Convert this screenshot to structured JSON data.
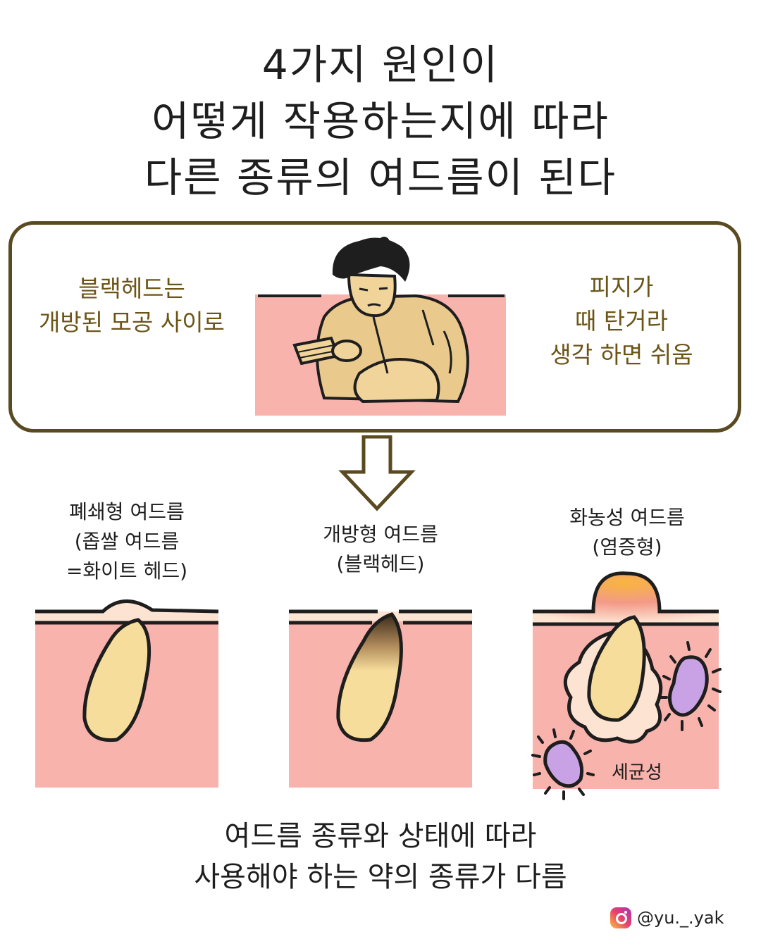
{
  "title": {
    "line1": "4가지 원인이",
    "line2": "어떻게 작용하는지에 따라",
    "line3": "다른 종류의 여드름이 된다"
  },
  "panel": {
    "left_text": [
      "블랙헤드는",
      "개방된 모공 사이로"
    ],
    "right_text": [
      "피지가",
      "때 탄거라",
      "생각 하면 쉬움"
    ]
  },
  "types": [
    {
      "lines": [
        "폐쇄형 여드름",
        "(좁쌀 여드름",
        "=화이트 헤드)"
      ]
    },
    {
      "lines": [
        "개방형 여드름",
        "(블랙헤드)"
      ]
    },
    {
      "lines": [
        "화농성 여드름",
        "(염증형)"
      ]
    }
  ],
  "bacteria_label": "세균성",
  "bottom": {
    "line1": "여드름 종류와 상태에 따라",
    "line2": "사용해야 하는 약의 종류가 다름"
  },
  "credit": {
    "handle": "@yu._.yak",
    "icon": "instagram-icon"
  },
  "colors": {
    "skin": "#f9b3ad",
    "sebum": "#f7dd9c",
    "panel_border": "#5a4a22",
    "panel_text": "#6b5516",
    "bacteria": "#c9a2e6"
  }
}
